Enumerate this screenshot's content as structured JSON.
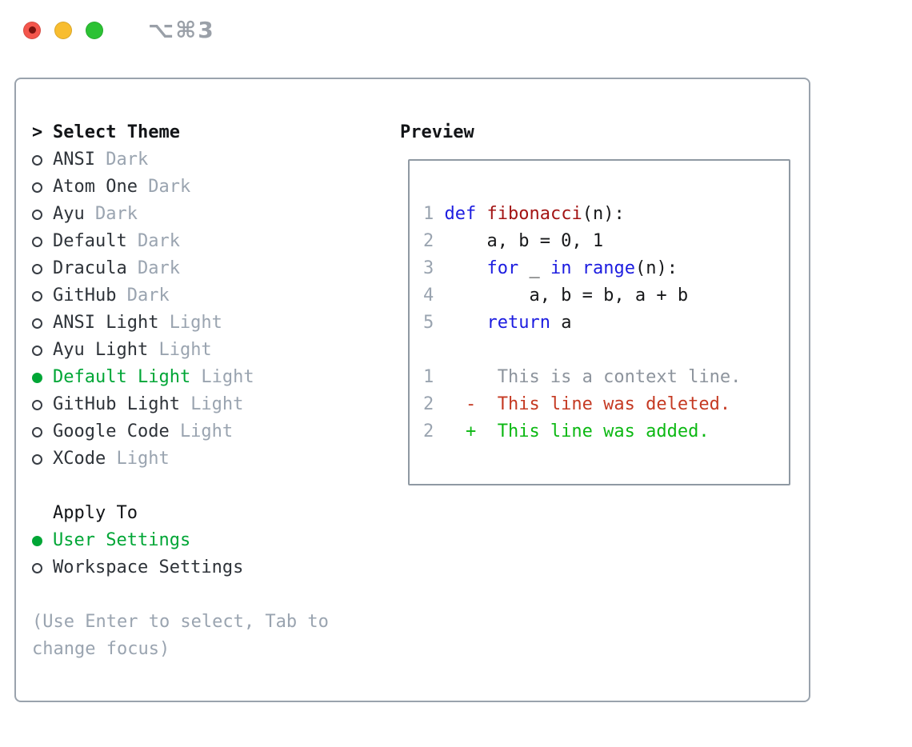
{
  "window": {
    "shortcut_label": "⌥⌘3",
    "traffic_lights": [
      "close",
      "minimize",
      "zoom"
    ]
  },
  "colors": {
    "accent_green": "#00a636",
    "added_green": "#0cb813",
    "deleted_red": "#c53a23",
    "keyword_blue": "#1c1ce0",
    "function_red": "#a31414",
    "muted_gray": "#9aa4b0",
    "context_gray": "#8d949d",
    "text_dark": "#2e3339",
    "heading_black": "#121417",
    "border_gray": "#9aa3ad",
    "preview_border_gray": "#8f99a3",
    "traffic_red": "#f4564c",
    "traffic_red_dot": "#7a130e",
    "traffic_yellow": "#f8bd2f",
    "traffic_green": "#2cc234",
    "shortcut_gray": "#9aa0a8"
  },
  "theme_panel": {
    "prompt": ">",
    "title": "Select Theme",
    "items": [
      {
        "name": "ANSI",
        "variant": "Dark",
        "selected": false
      },
      {
        "name": "Atom One",
        "variant": "Dark",
        "selected": false
      },
      {
        "name": "Ayu",
        "variant": "Dark",
        "selected": false
      },
      {
        "name": "Default",
        "variant": "Dark",
        "selected": false
      },
      {
        "name": "Dracula",
        "variant": "Dark",
        "selected": false
      },
      {
        "name": "GitHub",
        "variant": "Dark",
        "selected": false
      },
      {
        "name": "ANSI Light",
        "variant": "Light",
        "selected": false
      },
      {
        "name": "Ayu Light",
        "variant": "Light",
        "selected": false
      },
      {
        "name": "Default Light",
        "variant": "Light",
        "selected": true
      },
      {
        "name": "GitHub Light",
        "variant": "Light",
        "selected": false
      },
      {
        "name": "Google Code",
        "variant": "Light",
        "selected": false
      },
      {
        "name": "XCode",
        "variant": "Light",
        "selected": false
      }
    ]
  },
  "apply_panel": {
    "title": "Apply To",
    "options": [
      {
        "label": "User Settings",
        "selected": true
      },
      {
        "label": "Workspace Settings",
        "selected": false
      }
    ]
  },
  "help_text": "(Use Enter to select, Tab to change focus)",
  "preview": {
    "title": "Preview",
    "lines": [
      {
        "num": "1",
        "segments": [
          {
            "text": "def",
            "style": "kw"
          },
          {
            "text": " ",
            "style": "pl"
          },
          {
            "text": "fibonacci",
            "style": "fn"
          },
          {
            "text": "(n):",
            "style": "pl"
          }
        ]
      },
      {
        "num": "2",
        "segments": [
          {
            "text": "    a, b = 0, 1",
            "style": "pl"
          }
        ]
      },
      {
        "num": "3",
        "segments": [
          {
            "text": "    ",
            "style": "pl"
          },
          {
            "text": "for",
            "style": "kw"
          },
          {
            "text": " _ ",
            "style": "pl"
          },
          {
            "text": "in",
            "style": "kw"
          },
          {
            "text": " ",
            "style": "pl"
          },
          {
            "text": "range",
            "style": "kw"
          },
          {
            "text": "(n):",
            "style": "pl"
          }
        ]
      },
      {
        "num": "4",
        "segments": [
          {
            "text": "        a, b = b, a + b",
            "style": "pl"
          }
        ]
      },
      {
        "num": "5",
        "segments": [
          {
            "text": "    ",
            "style": "pl"
          },
          {
            "text": "return",
            "style": "kw"
          },
          {
            "text": " a",
            "style": "pl"
          }
        ]
      },
      {
        "num": "",
        "segments": []
      },
      {
        "num": "1",
        "segments": [
          {
            "text": "     This is a context line.",
            "style": "ctx"
          }
        ]
      },
      {
        "num": "2",
        "segments": [
          {
            "text": "  -  This line was deleted.",
            "style": "del"
          }
        ]
      },
      {
        "num": "2",
        "segments": [
          {
            "text": "  +  This line was added.",
            "style": "add"
          }
        ]
      }
    ]
  }
}
